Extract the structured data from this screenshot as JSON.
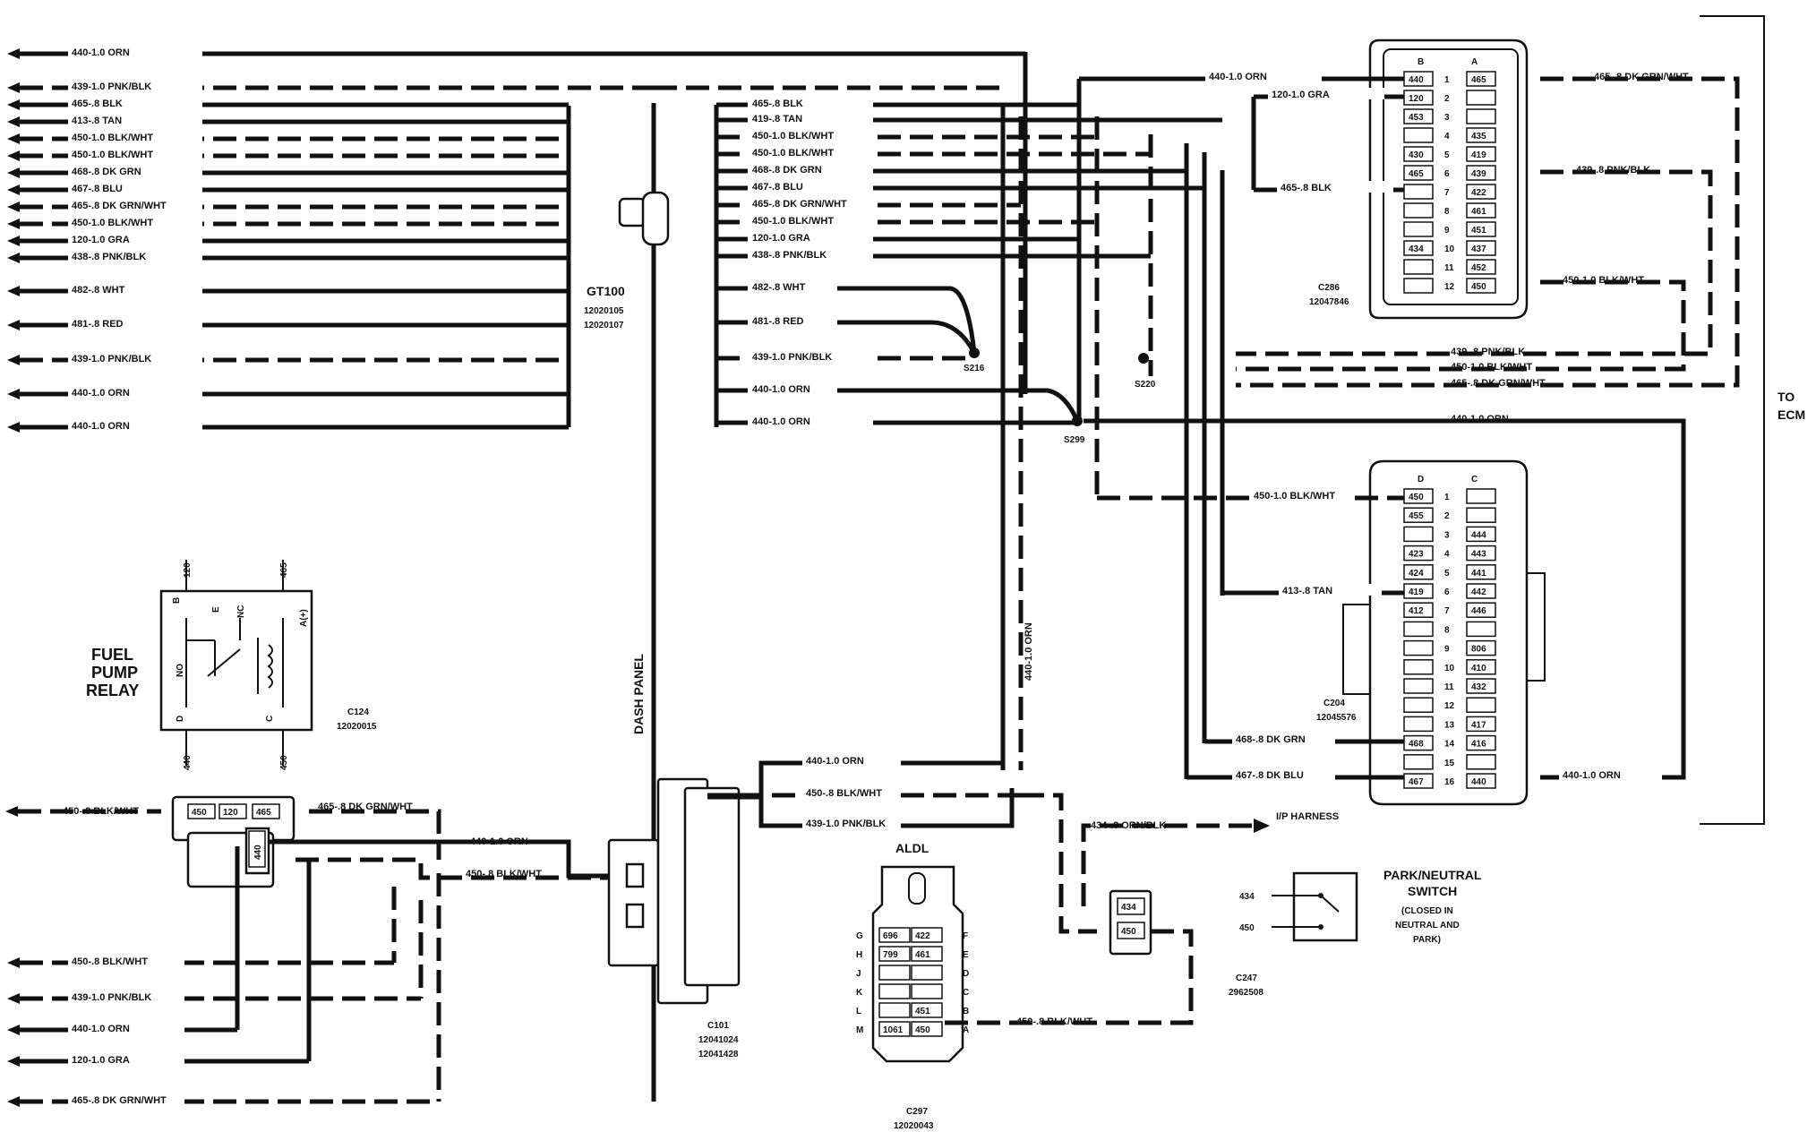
{
  "left_wires": [
    {
      "label": "440-1.0 ORN",
      "dashed": false
    },
    {
      "label": "439-1.0 PNK/BLK",
      "dashed": true
    },
    {
      "label": "465-.8 BLK",
      "dashed": false
    },
    {
      "label": "413-.8 TAN",
      "dashed": false
    },
    {
      "label": "450-1.0 BLK/WHT",
      "dashed": true
    },
    {
      "label": "450-1.0 BLK/WHT",
      "dashed": true
    },
    {
      "label": "468-.8 DK GRN",
      "dashed": false
    },
    {
      "label": "467-.8 BLU",
      "dashed": false
    },
    {
      "label": "465-.8 DK GRN/WHT",
      "dashed": true
    },
    {
      "label": "450-1.0 BLK/WHT",
      "dashed": true
    },
    {
      "label": "120-1.0 GRA",
      "dashed": false
    },
    {
      "label": "438-.8 PNK/BLK",
      "dashed": false
    },
    {
      "label": "482-.8 WHT",
      "dashed": false
    },
    {
      "label": "481-.8 RED",
      "dashed": false
    },
    {
      "label": "439-1.0 PNK/BLK",
      "dashed": true
    },
    {
      "label": "440-1.0 ORN",
      "dashed": false
    },
    {
      "label": "440-1.0 ORN",
      "dashed": false
    }
  ],
  "mid_wires": [
    {
      "label": "465-.8 BLK",
      "dashed": false
    },
    {
      "label": "419-.8 TAN",
      "dashed": false
    },
    {
      "label": "450-1.0 BLK/WHT",
      "dashed": true
    },
    {
      "label": "450-1.0 BLK/WHT",
      "dashed": true
    },
    {
      "label": "468-.8 DK GRN",
      "dashed": false
    },
    {
      "label": "467-.8 BLU",
      "dashed": false
    },
    {
      "label": "465-.8 DK GRN/WHT",
      "dashed": true
    },
    {
      "label": "450-1.0 BLK/WHT",
      "dashed": true
    },
    {
      "label": "120-1.0 GRA",
      "dashed": false
    },
    {
      "label": "438-.8 PNK/BLK",
      "dashed": false
    },
    {
      "label": "482-.8 WHT",
      "dashed": false
    },
    {
      "label": "481-.8 RED",
      "dashed": false
    },
    {
      "label": "439-1.0 PNK/BLK",
      "dashed": true
    },
    {
      "label": "440-1.0 ORN",
      "dashed": false
    },
    {
      "label": "440-1.0 ORN",
      "dashed": false
    }
  ],
  "gt100": {
    "name": "GT100",
    "part1": "12020105",
    "part2": "12020107"
  },
  "dash_panel": "DASH PANEL",
  "to_ecm": [
    "TO",
    "ECM"
  ],
  "splices": [
    "S216",
    "S220",
    "S299"
  ],
  "c286": {
    "name": "C286",
    "part": "12047846",
    "col_b": "B",
    "col_a": "A",
    "rows": [
      "1",
      "2",
      "3",
      "4",
      "5",
      "6",
      "7",
      "8",
      "9",
      "10",
      "11",
      "12"
    ],
    "b_cells": [
      "440",
      "120",
      "453",
      "",
      "430",
      "465",
      "",
      "",
      "",
      "434",
      "",
      ""
    ],
    "a_cells": [
      "465",
      "",
      "",
      "435",
      "419",
      "439",
      "422",
      "461",
      "451",
      "437",
      "452",
      "450"
    ]
  },
  "c286_wires": [
    {
      "label": "440-1.0 ORN"
    },
    {
      "label": "120-1.0 GRA"
    },
    {
      "label": "465-.8 BLK"
    },
    {
      "label": "465-.8 DK GRN/WHT"
    },
    {
      "label": "439-.8 PNK/BLK"
    },
    {
      "label": "450-1.0 BLK/WHT"
    }
  ],
  "ecm_bundle": [
    {
      "label": "439-.8 PNK/BLK"
    },
    {
      "label": "450-1.0 BLK/WHT"
    },
    {
      "label": "465-.8 DK GRN/WHT"
    },
    {
      "label": "440-1.0 ORN"
    }
  ],
  "c204": {
    "name": "C204",
    "part": "12045576",
    "col_d": "D",
    "col_c": "C",
    "rows": [
      "1",
      "2",
      "3",
      "4",
      "5",
      "6",
      "7",
      "8",
      "9",
      "10",
      "11",
      "12",
      "13",
      "14",
      "15",
      "16"
    ],
    "d_cells": [
      "450",
      "455",
      "",
      "423",
      "424",
      "419",
      "412",
      "",
      "",
      "",
      "",
      "",
      "",
      "468",
      "",
      "467"
    ],
    "c_cells": [
      "",
      "",
      "444",
      "443",
      "441",
      "442",
      "446",
      "",
      "806",
      "410",
      "432",
      "",
      "417",
      "416",
      "",
      "440"
    ]
  },
  "c204_wires": [
    {
      "label": "450-1.0 BLK/WHT"
    },
    {
      "label": "413-.8 TAN"
    },
    {
      "label": "468-.8 DK GRN"
    },
    {
      "label": "467-.8 DK BLU"
    },
    {
      "label": "440-1.0 ORN"
    }
  ],
  "vertical_label": "440-1.0 ORN",
  "relay": {
    "title": [
      "FUEL",
      "PUMP",
      "RELAY"
    ],
    "pins": {
      "b": "B",
      "e": "E",
      "nc": "NC",
      "no": "NO",
      "a": "A(+)",
      "d": "D",
      "c": "C"
    },
    "top_wires": [
      "120",
      "465"
    ],
    "bottom_wires": [
      "440",
      "450"
    ],
    "conn_name": "C124",
    "conn_part": "12020015"
  },
  "relay_conn": {
    "cells": [
      "450",
      "120",
      "465",
      "440"
    ]
  },
  "relay_wires": [
    {
      "label": "450-.8 BLK/WHT"
    },
    {
      "label": "465-.8 DK GRN/WHT"
    },
    {
      "label": "440-1.0 ORN"
    },
    {
      "label": "450-.8 BLK/WHT"
    }
  ],
  "bottom_left_wires": [
    {
      "label": "450-.8 BLK/WHT"
    },
    {
      "label": "439-1.0 PNK/BLK"
    },
    {
      "label": "440-1.0 ORN"
    },
    {
      "label": "120-1.0 GRA"
    },
    {
      "label": "465-.8 DK GRN/WHT"
    }
  ],
  "c101": {
    "name": "C101",
    "part1": "12041024",
    "part2": "12041428"
  },
  "c101_wires": [
    {
      "label": "440-1.0 ORN"
    },
    {
      "label": "450-.8 BLK/WHT"
    },
    {
      "label": "439-1.0 PNK/BLK"
    }
  ],
  "aldl": {
    "title": "ALDL",
    "left_letters": [
      "G",
      "H",
      "J",
      "K",
      "L",
      "M"
    ],
    "right_letters": [
      "F",
      "E",
      "D",
      "C",
      "B",
      "A"
    ],
    "left_cells": [
      "696",
      "799",
      "",
      "",
      "",
      "1061"
    ],
    "right_cells": [
      "422",
      "461",
      "",
      "",
      "451",
      "450"
    ],
    "conn_name": "C297",
    "conn_part": "12020043",
    "wire": "450-.8 BLK/WHT"
  },
  "c247": {
    "name": "C247",
    "part": "2962508",
    "cells": [
      "434",
      "450"
    ],
    "wire_in": "434-.8 ORN/BLK",
    "dest": "I/P HARNESS"
  },
  "park_switch": {
    "title": [
      "PARK/NEUTRAL",
      "SWITCH"
    ],
    "note": [
      "(CLOSED IN",
      "NEUTRAL AND",
      "PARK)"
    ],
    "pins": [
      "434",
      "450"
    ]
  }
}
